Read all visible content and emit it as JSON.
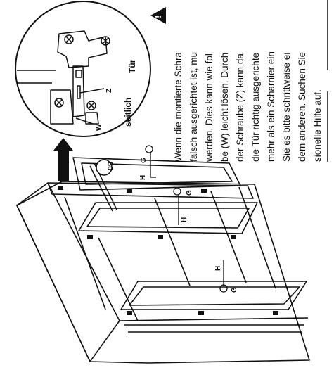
{
  "callouts": {
    "door": "Tür",
    "side": "seitlich",
    "screw_w": "W",
    "screw_z": "Z",
    "step_number": "60",
    "label_g_top": "G",
    "label_g_mid": "G",
    "label_g_bottom": "G",
    "label_h_top": "H",
    "label_h_mid": "H",
    "label_h_bottom": "H"
  },
  "note": {
    "warning_symbol": "!",
    "lines": [
      "Wenn die montierte Schra",
      "falsch ausgerichtet ist, mu",
      "werden. Dies kann wie fol",
      "be (W) leicht lösen. Durch",
      "der Schraube (Z) kann da",
      "die Tür richtig ausgerichte",
      "mehr als ein Scharnier ein",
      "Sie es bitte schrittweise ei",
      "dem anderen. Suchen Sie",
      "sionelle Hilfe auf."
    ]
  }
}
